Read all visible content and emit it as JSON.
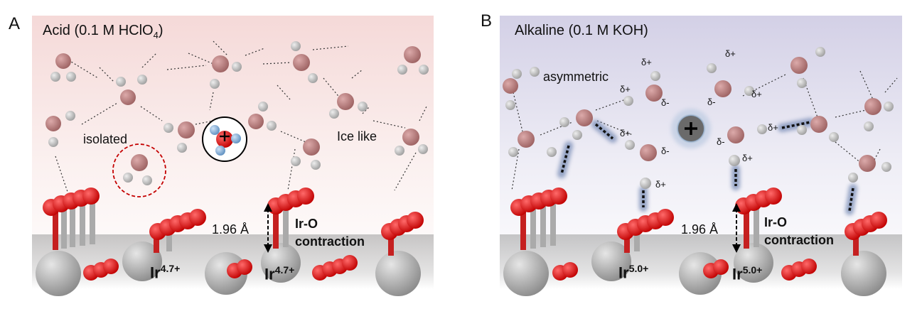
{
  "panelA": {
    "letter": "A",
    "condition_prefix": "Acid (0.1 M HClO",
    "condition_sub": "4",
    "condition_suffix": ")",
    "isolated_label": "isolated",
    "icelike_label": "Ice like",
    "distance_label": "1.96 Å",
    "contraction_line1": "Ir-O",
    "contraction_line2": "contraction",
    "ir_left_base": "Ir",
    "ir_left_sup": "4.7+",
    "ir_right_base": "Ir",
    "ir_right_sup": "4.7+"
  },
  "panelB": {
    "letter": "B",
    "condition": "Alkaline (0.1 M KOH)",
    "asymmetric_label": "asymmetric",
    "delta_plus": "δ+",
    "delta_minus": "δ-",
    "distance_label": "1.96 Å",
    "contraction_line1": "Ir-O",
    "contraction_line2": "contraction",
    "ir_left_base": "Ir",
    "ir_left_sup": "5.0+",
    "ir_right_base": "Ir",
    "ir_right_sup": "5.0+"
  },
  "colors": {
    "oxygen_water": "#b87c7c",
    "hydrogen": "#c4c4c4",
    "oxygen_surface": "#e01010",
    "iridium": "#b3b3b3",
    "acid_bg_top": "#f7dedd",
    "alkaline_bg_top": "#d6d3e8"
  }
}
